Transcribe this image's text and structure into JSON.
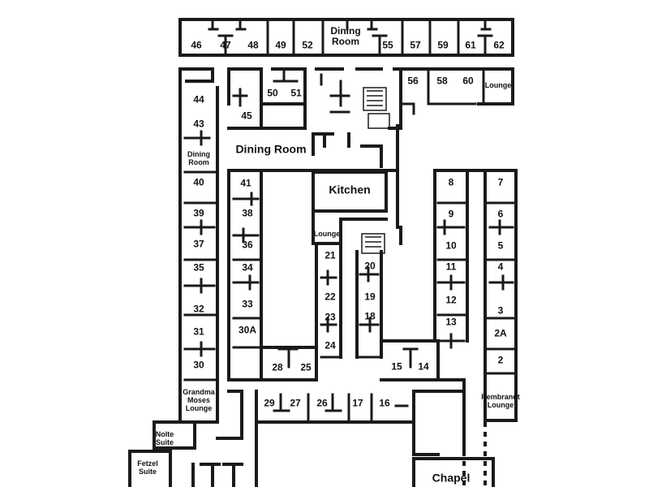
{
  "rooms": {
    "r46": "46",
    "r47": "47",
    "r48": "48",
    "r49": "49",
    "r52": "52",
    "r55": "55",
    "r57": "57",
    "r59": "59",
    "r61": "61",
    "r62": "62",
    "r56": "56",
    "r58": "58",
    "r60": "60",
    "r50": "50",
    "r51": "51",
    "r45": "45",
    "r44": "44",
    "r43": "43",
    "r40": "40",
    "r39": "39",
    "r37": "37",
    "r35": "35",
    "r32": "32",
    "r31": "31",
    "r30": "30",
    "r41": "41",
    "r38": "38",
    "r36": "36",
    "r34": "34",
    "r33": "33",
    "r30a": "30A",
    "r28": "28",
    "r25": "25",
    "r21": "21",
    "r22": "22",
    "r23": "23",
    "r24": "24",
    "r20": "20",
    "r19": "19",
    "r18": "18",
    "r15": "15",
    "r14": "14",
    "r8": "8",
    "r9": "9",
    "r10": "10",
    "r11": "11",
    "r12": "12",
    "r13": "13",
    "r7": "7",
    "r6": "6",
    "r5": "5",
    "r4": "4",
    "r3": "3",
    "r2a": "2A",
    "r2": "2",
    "r29": "29",
    "r27": "27",
    "r26": "26",
    "r17": "17",
    "r16": "16"
  },
  "areas": {
    "dining_room_top": "Dining\nRoom",
    "lounge_top": "Lounge",
    "dining_room_main": "Dining Room",
    "dining_room_side": "Dining\nRoom",
    "kitchen": "Kitchen",
    "lounge_mid": "Lounge",
    "grandma_moses_lounge": "Grandma\nMoses\nLounge",
    "rembrandt_lounge": "Rembrandt\nLounge",
    "nolte_suite": "Nolte\nSuite",
    "fetzel_suite": "Fetzel\nSuite",
    "chapel": "Chapel"
  }
}
